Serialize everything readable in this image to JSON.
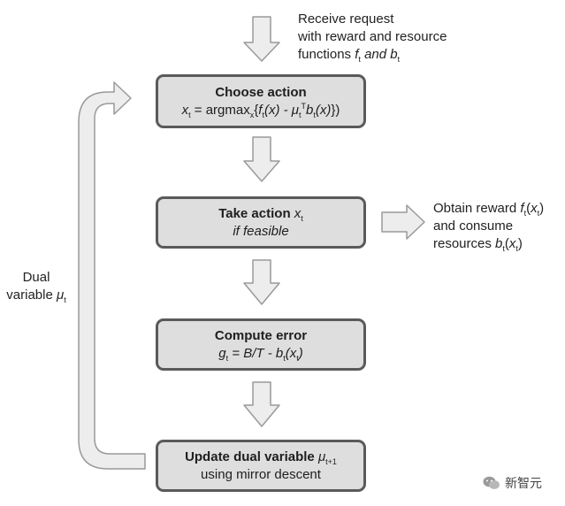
{
  "request": {
    "line1": "Receive request",
    "line2": "with reward and resource",
    "line3_prefix": "functions",
    "f_sym": "f",
    "t_sub": "t",
    "and_word": "and",
    "b_sym": "b"
  },
  "choose": {
    "title": "Choose action",
    "formula_x": "x",
    "t_sub": "t",
    "eq": " = argmax",
    "x_sub": "x",
    "brace_open": "{",
    "f_sym": "f",
    "f_arg": "(x) - ",
    "mu_sym": "μ",
    "T_sup": "T",
    "b_sym": "b",
    "b_arg": "(x)",
    "brace_close": "})"
  },
  "take": {
    "title": "Take action",
    "x_sym": "x",
    "t_sub": "t",
    "subtitle": "if feasible"
  },
  "obtain": {
    "line1_prefix": "Obtain reward",
    "f_sym": "f",
    "t_sub": "t",
    "x_sym": "x",
    "line2": "and consume",
    "line3_prefix": "resources",
    "b_sym": "b"
  },
  "compute": {
    "title": "Compute error",
    "g_sym": "g",
    "t_sub": "t",
    "eq": " = B/T - ",
    "b_sym": "b",
    "x_sym": "x"
  },
  "update": {
    "title": "Update dual variable",
    "mu_sym": "μ",
    "sub": "t+1",
    "subtitle": "using mirror descent"
  },
  "dual": {
    "line1": "Dual",
    "line2_prefix": "variable",
    "mu_sym": "μ",
    "t_sub": "t"
  },
  "watermark": {
    "text": "新智元",
    "icon": "wechat-icon"
  },
  "colors": {
    "box_fill": "#dedede",
    "box_border": "#5a5a5a",
    "arrow_fill": "#ededed",
    "arrow_stroke": "#9a9a9a"
  }
}
